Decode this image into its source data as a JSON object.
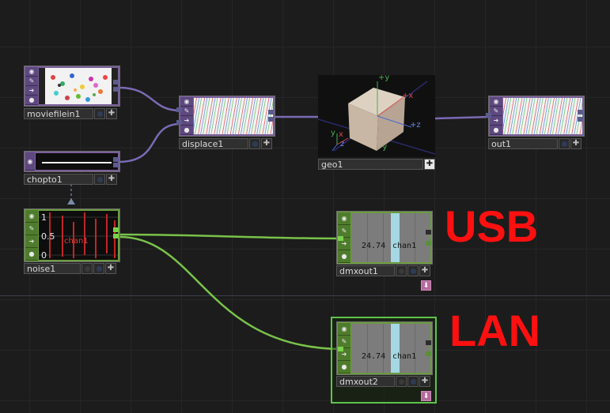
{
  "nodes": {
    "moviefilein1": {
      "name": "moviefilein1"
    },
    "displace1": {
      "name": "displace1"
    },
    "geo1": {
      "name": "geo1"
    },
    "out1": {
      "name": "out1"
    },
    "chopto1": {
      "name": "chopto1"
    },
    "noise1": {
      "name": "noise1",
      "tick_top": "1",
      "tick_mid": "0.5",
      "tick_bottom": "0",
      "channel": "chan1"
    },
    "dmxout1": {
      "name": "dmxout1",
      "value": "24.74",
      "channel": "chan1"
    },
    "dmxout2": {
      "name": "dmxout2",
      "value": "24.74",
      "channel": "chan1"
    }
  },
  "geo_axes": {
    "y_pos": "+y",
    "x_pos": "+x",
    "z_pos": "+z",
    "y_neg": "-y",
    "x_neg": "x",
    "z_neg": "z",
    "y_label": "y"
  },
  "annotations": {
    "usb": "USB",
    "lan": "LAN"
  },
  "colors": {
    "top_family": "#7a5f9a",
    "chop_family": "#6a9c3e",
    "selected": "#5ec44a",
    "annotation": "#ff1010"
  },
  "icons": [
    "viewer-icon",
    "bypass-icon",
    "export-icon",
    "lock-icon",
    "plus-icon",
    "warning-icon"
  ]
}
